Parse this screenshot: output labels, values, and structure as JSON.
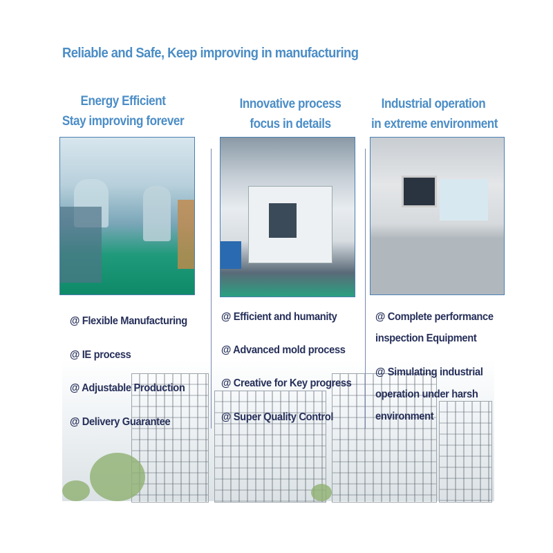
{
  "title": "Reliable and Safe,  Keep improving in manufacturing",
  "columns": [
    {
      "heading": [
        "Energy Efficient",
        "Stay improving forever"
      ],
      "bullets": [
        "@ Flexible Manufacturing",
        "@ IE process",
        "@ Adjustable Production",
        "@ Delivery Guarantee"
      ]
    },
    {
      "heading": [
        "Innovative process",
        "focus in details"
      ],
      "bullets": [
        "@ Efficient and humanity",
        "@ Advanced mold process",
        "@ Creative for Key progress",
        "@ Super Quality Control"
      ]
    },
    {
      "heading": [
        "Industrial operation",
        "in extreme environment"
      ],
      "bullets": [
        "@ Complete performance",
        "inspection Equipment",
        "@ Simulating industrial",
        "operation under harsh",
        "environment"
      ]
    }
  ],
  "colors": {
    "heading": "#4b8dc6",
    "bullet": "#27305a"
  }
}
